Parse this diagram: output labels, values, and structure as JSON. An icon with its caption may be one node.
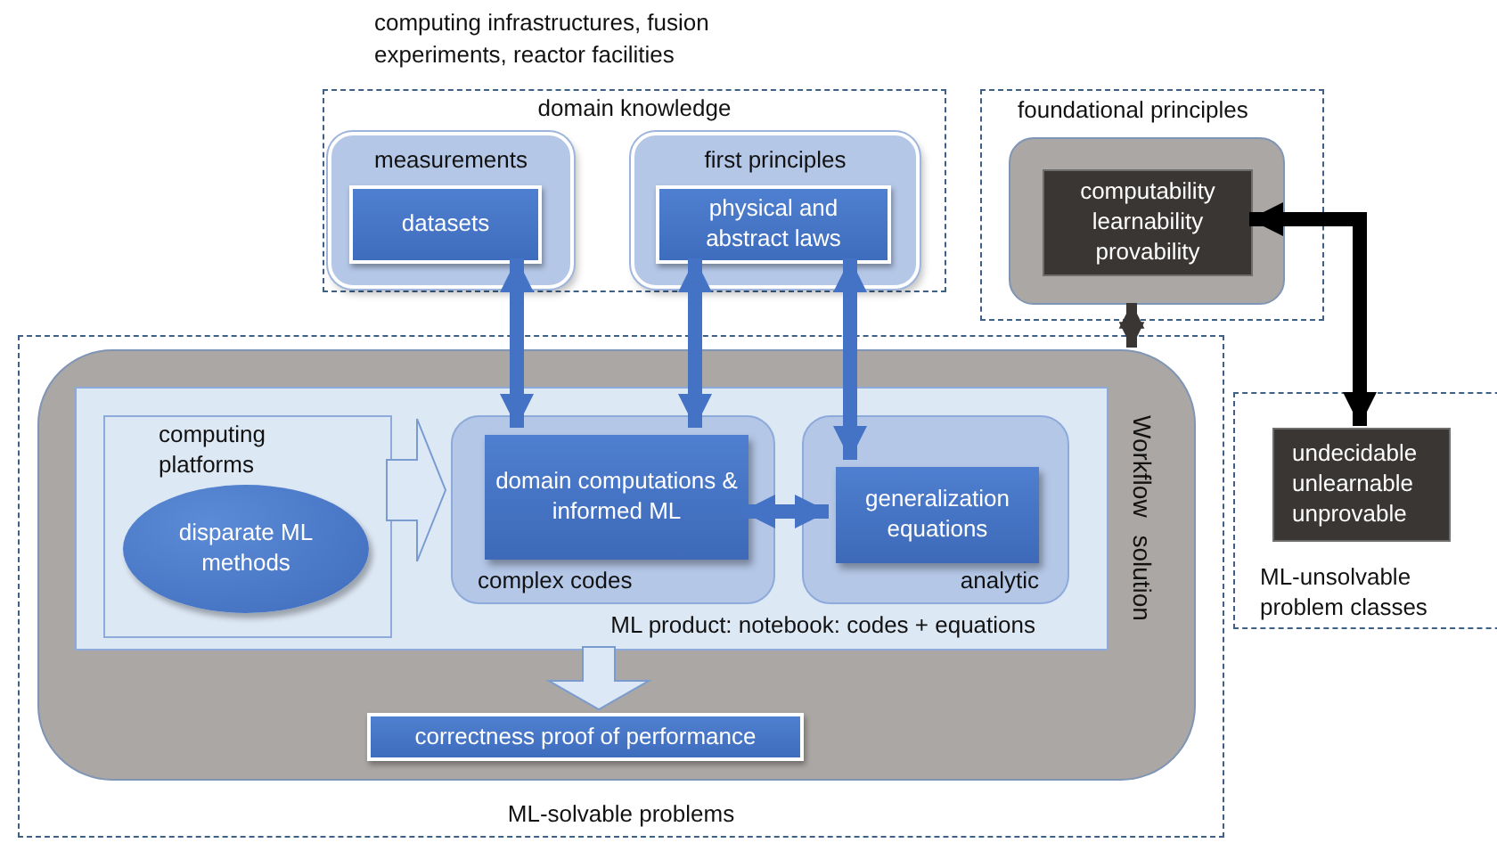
{
  "diagram": {
    "nodes": [
      {
        "text": [
          "domain knowledge"
        ]
      },
      {
        "text": [
          "measurements"
        ],
        "in": 0
      },
      {
        "text": [
          "datasets"
        ],
        "in": 1
      },
      {
        "text": [
          "first principles"
        ],
        "in": 0
      },
      {
        "text": [
          "physical and abstract laws"
        ],
        "in": 3
      },
      {
        "text": [
          "foundational principles"
        ]
      },
      {
        "text": [],
        "shape": "box",
        "in": 5
      },
      {
        "text": [
          "computability learnability provability"
        ],
        "in": 6
      },
      {
        "text": [
          "ML-solvable problems"
        ]
      },
      {
        "text": [
          "Workflow solution"
        ],
        "in": 8
      },
      {
        "text": [
          "ML product: notebook: codes + equations"
        ],
        "in": 9
      },
      {
        "text": [
          "computing platforms"
        ],
        "in": 10
      },
      {
        "text": [
          "disparate ML methods"
        ],
        "in": 11
      },
      {
        "text": [
          "complex codes"
        ],
        "in": 10
      },
      {
        "text": [
          "domain computations & informed ML"
        ],
        "in": 13
      },
      {
        "text": [
          "analytic"
        ],
        "in": 10
      },
      {
        "text": [
          "generalization equations"
        ],
        "in": 15
      },
      {
        "text": [
          "correctness proof of performance"
        ],
        "in": 9
      },
      {
        "text": [
          "ML-unsolvable problem classes"
        ]
      },
      {
        "text": [
          "undecidable unlearnable unprovable"
        ],
        "in": 18
      }
    ],
    "edges": [
      {
        "from": 2,
        "to": 14,
        "arrow": "both"
      },
      {
        "from": 4,
        "to": 14,
        "arrow": "both"
      },
      {
        "from": 4,
        "to": 16,
        "arrow": "both"
      },
      {
        "from": 14,
        "to": 16,
        "arrow": "both"
      },
      {
        "from": 11,
        "to": 13,
        "arrow": "to",
        "style": "thick",
        "color": "#dce8f6"
      },
      {
        "from": 10,
        "to": 17,
        "arrow": "to",
        "style": "thick",
        "color": "#dce8f6"
      },
      {
        "from": 6,
        "to": 9,
        "arrow": "both",
        "color": "#3a3634"
      },
      {
        "from": 7,
        "to": 19,
        "arrow": "both",
        "color": "#000000"
      }
    ],
    "labels": [
      "computing infrastructures, fusion experiments, reactor facilities"
    ]
  }
}
